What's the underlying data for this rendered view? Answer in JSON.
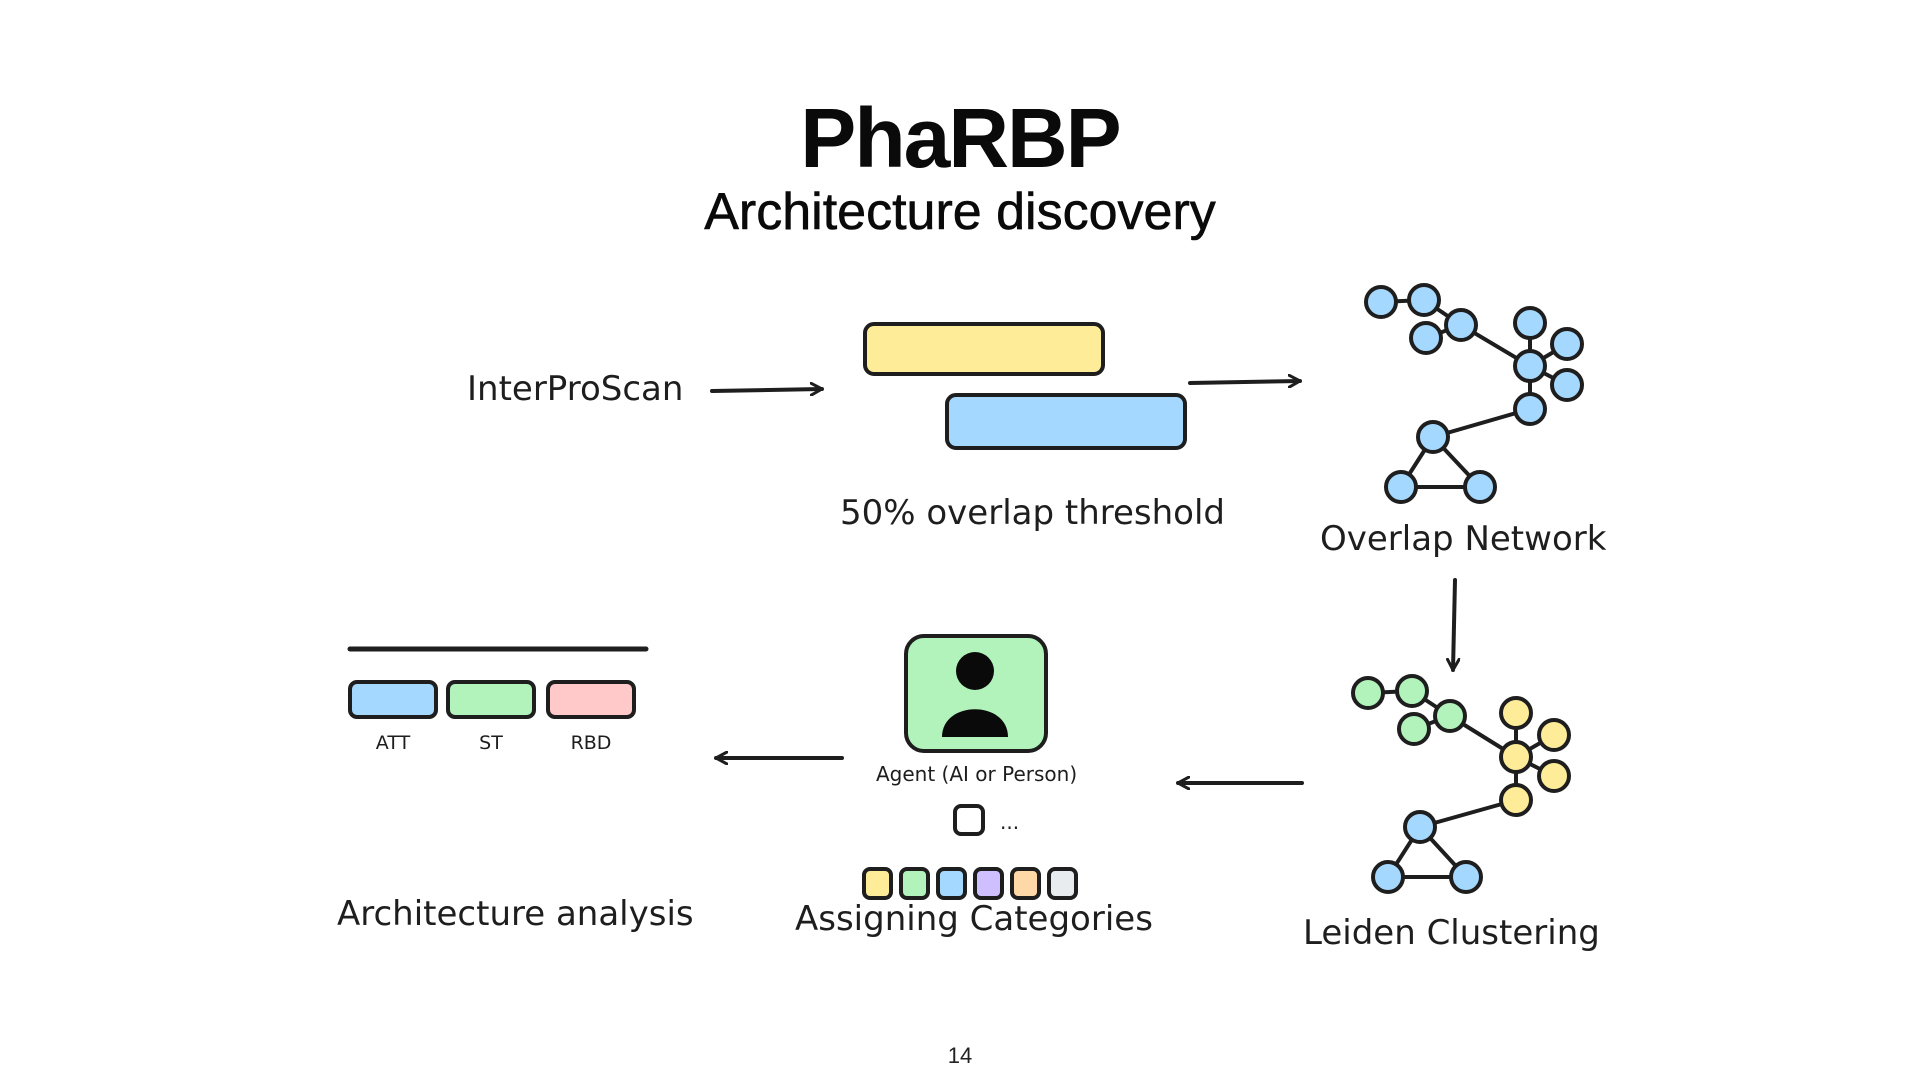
{
  "title": "PhaRBP",
  "subtitle": "Architecture discovery",
  "page_number": "14",
  "labels": {
    "input": "InterProScan",
    "overlap_threshold": "50% overlap threshold",
    "overlap_network": "Overlap Network",
    "leiden_clustering": "Leiden Clustering",
    "agent": "Agent (AI or Person)",
    "ellipsis": "...",
    "assigning_categories": "Assigning Categories",
    "architecture_analysis": "Architecture analysis"
  },
  "domains": [
    {
      "label": "ATT",
      "color": "#a5d8ff"
    },
    {
      "label": "ST",
      "color": "#b2f2bb"
    },
    {
      "label": "RBD",
      "color": "#ffc9c9"
    }
  ],
  "colors": {
    "yellow": "#ffec99",
    "blue": "#a5d8ff",
    "green": "#b2f2bb",
    "red": "#ffc9c9",
    "purple": "#d0bfff",
    "orange": "#ffd8a8",
    "gray": "#e9ecef",
    "stroke": "#1e1e1e"
  },
  "category_swatches": [
    "#ffec99",
    "#b2f2bb",
    "#a5d8ff",
    "#d0bfff",
    "#ffd8a8",
    "#e9ecef"
  ]
}
